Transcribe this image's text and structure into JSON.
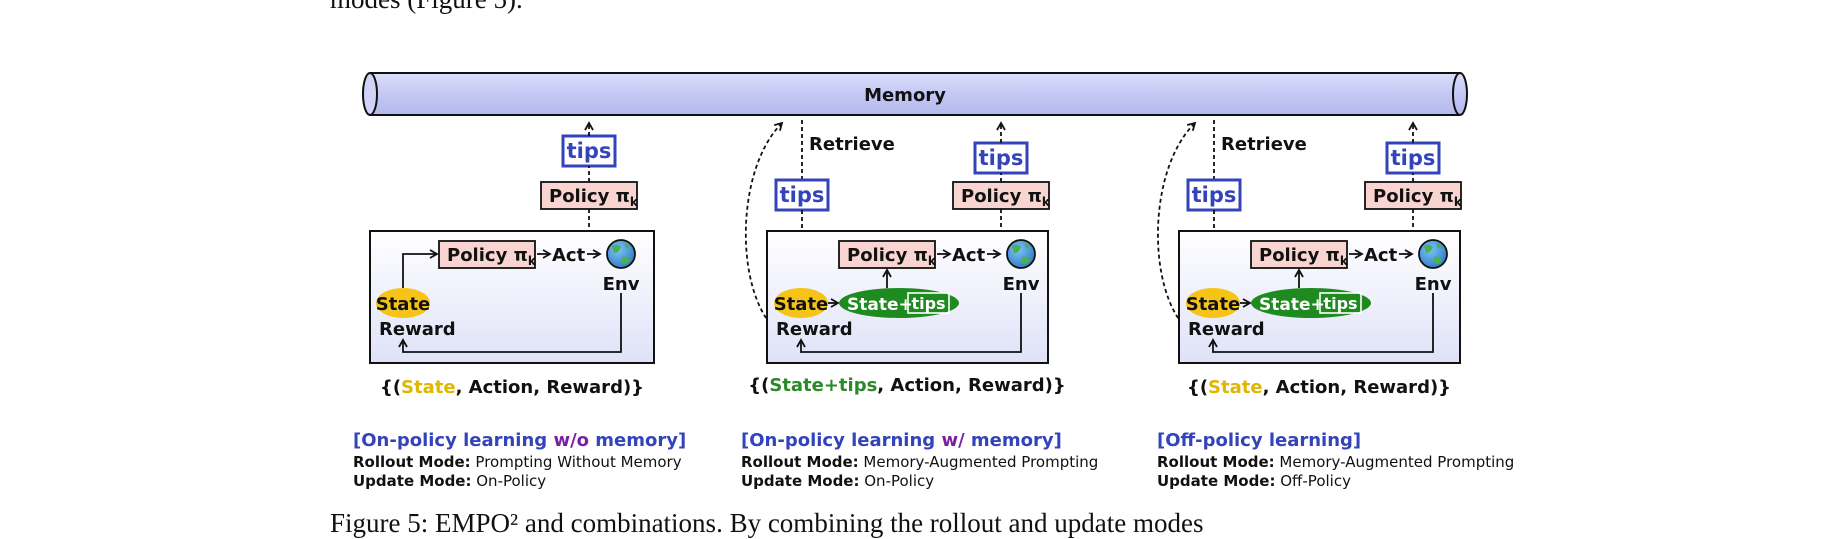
{
  "document": {
    "top_fragment": "modes (Figure 5).",
    "caption_fragment": "Figure 5: EMPO² and combinations. By combining the rollout and update modes"
  },
  "diagram": {
    "memory_label": "Memory",
    "retrieve_label": "Retrieve",
    "tips_label": "tips",
    "policy_label": "Policy π",
    "policy_subscript": "k",
    "act_label": "Act",
    "env_label": "Env",
    "state_label": "State",
    "state_tips_label": "State+",
    "reward_label": "Reward",
    "arrow_glyph": "→",
    "tuple_open": "{(",
    "tuple_rest": ", Action, Reward)}",
    "tuple_state": "State",
    "tuple_state_tips": "State+tips",
    "panels": [
      {
        "heading_pre": "[On-policy learning ",
        "heading_em": "w/o",
        "heading_post": " memory]",
        "rollout_key": "Rollout Mode:",
        "rollout_value": " Prompting Without Memory",
        "update_key": "Update Mode:",
        "update_value": " On-Policy"
      },
      {
        "heading_pre": "[On-policy learning ",
        "heading_em": "w/",
        "heading_post": " memory]",
        "rollout_key": "Rollout Mode:",
        "rollout_value": " Memory-Augmented Prompting",
        "update_key": "Update Mode:",
        "update_value": " On-Policy"
      },
      {
        "heading_pre": "[Off-policy learning]",
        "heading_em": "",
        "heading_post": "",
        "rollout_key": "Rollout Mode:",
        "rollout_value": " Memory-Augmented Prompting",
        "update_key": "Update Mode:",
        "update_value": " Off-Policy"
      }
    ]
  },
  "colors": {
    "memory_fill": "#c9ccf6",
    "policy_fill": "#f8d5d0",
    "state_fill": "#f6c419",
    "state_tips_fill": "#1f8a1f",
    "tips_blue": "#3344bb",
    "panel_fill": "#eceef9",
    "state_text_yellow": "#e0b700",
    "state_tips_text_green": "#2a8a2a",
    "emphasis_purple": "#7a1fa2"
  }
}
